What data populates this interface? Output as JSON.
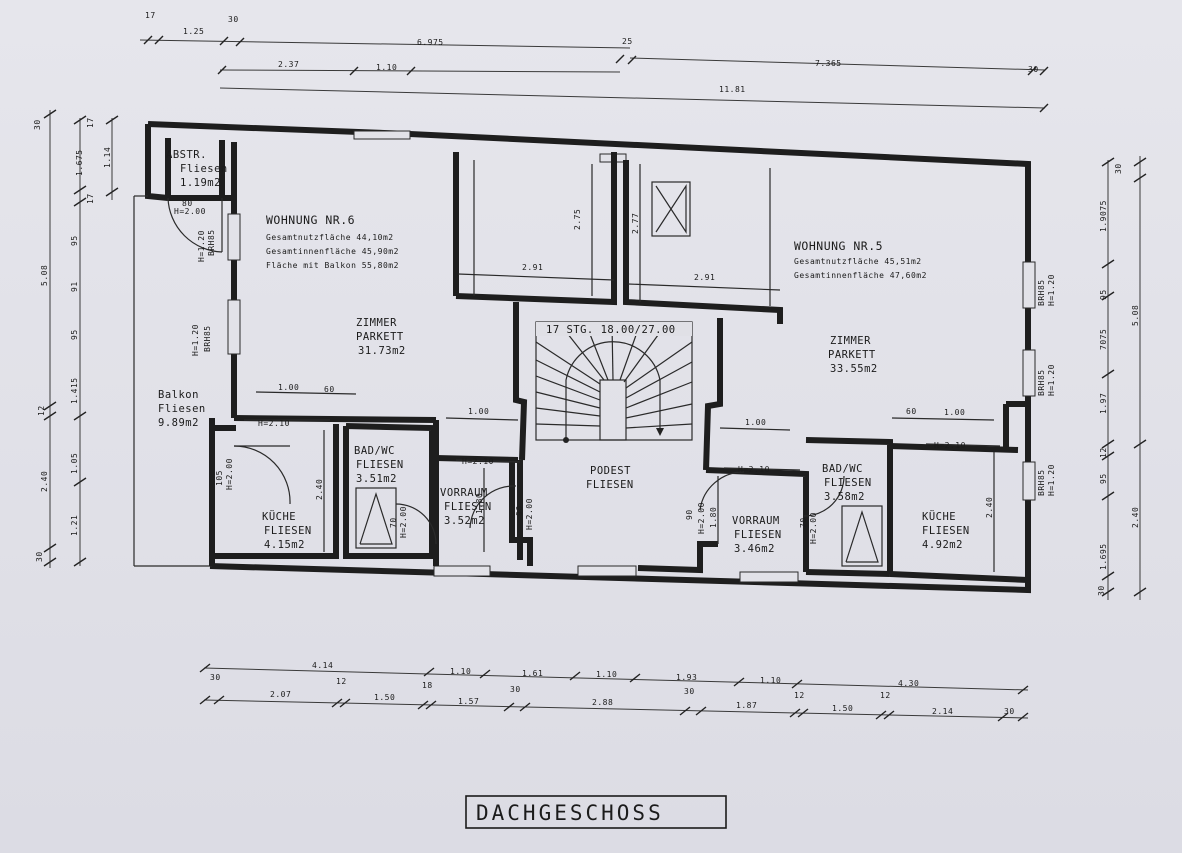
{
  "title": "DACHGESCHOSS",
  "rooms": {
    "abstr": [
      "ABSTR.",
      "Fliesen",
      "1.19m2"
    ],
    "w6": [
      "WOHNUNG NR.6",
      "Gesamtnutzfläche 44,10m2",
      "Gesamtinnenfläche 45,90m2",
      "Fläche mit Balkon 55,80m2"
    ],
    "w5": [
      "WOHNUNG NR.5",
      "Gesamtnutzfläche 45,51m2",
      "Gesamtinnenfläche 47,60m2"
    ],
    "zimmer6": [
      "ZIMMER",
      "PARKETT",
      "31.73m2"
    ],
    "zimmer5": [
      "ZIMMER",
      "PARKETT",
      "33.55m2"
    ],
    "balkon": [
      "Balkon",
      "Fliesen",
      "9.89m2"
    ],
    "kueche6": [
      "KÜCHE",
      "FLIESEN",
      "4.15m2"
    ],
    "bad6": [
      "BAD/WC",
      "FLIESEN",
      "3.51m2"
    ],
    "vorraum6": [
      "VORRAUM",
      "FLIESEN",
      "3.52m2"
    ],
    "podest": [
      "PODEST",
      "FLIESEN"
    ],
    "vorraum5": [
      "VORRAUM",
      "FLIESEN",
      "3.46m2"
    ],
    "bad5": [
      "BAD/WC",
      "FLIESEN",
      "3.58m2"
    ],
    "kueche5": [
      "KÜCHE",
      "FLIESEN",
      "4.92m2"
    ],
    "stair": "17 STG. 18.00/27.00"
  },
  "notes": {
    "brh85": "BRH85",
    "h120": "H=1.20",
    "h210": "H=2.10",
    "h200": "H=2.00",
    "n80": "80",
    "n105": "105",
    "n70": "70",
    "n90": "90"
  },
  "dims": {
    "top1": [
      "17",
      "1.25",
      "30",
      "6.975",
      "25",
      "7.365",
      "30"
    ],
    "top2": [
      "2.37",
      "1.10",
      "11.81"
    ],
    "left": [
      "30",
      "1.675",
      "1.14",
      "17",
      "17",
      "95",
      "91",
      "95",
      "1.415",
      "12",
      "1.05",
      "1.21",
      "30",
      "5.08",
      "2.40"
    ],
    "right": [
      "30",
      "1.9075",
      "95",
      "7075",
      "1.97",
      "12",
      "95",
      "1.695",
      "30",
      "5.08",
      "2.40"
    ],
    "inner": [
      "2.91",
      "2.75",
      "2.77",
      "2.91",
      "1.00",
      "60",
      "1.00",
      "1.00",
      "60",
      "1.00",
      "2.40",
      "1.80",
      "1.80",
      "2.40"
    ],
    "bot1": [
      "4.14",
      "1.10",
      "1.61",
      "1.10",
      "1.93",
      "1.10",
      "4.30"
    ],
    "bot2": [
      "30",
      "2.07",
      "12",
      "1.50",
      "18",
      "1.57",
      "30",
      "2.88",
      "30",
      "1.87",
      "12",
      "1.50",
      "12",
      "2.14",
      "30"
    ]
  }
}
